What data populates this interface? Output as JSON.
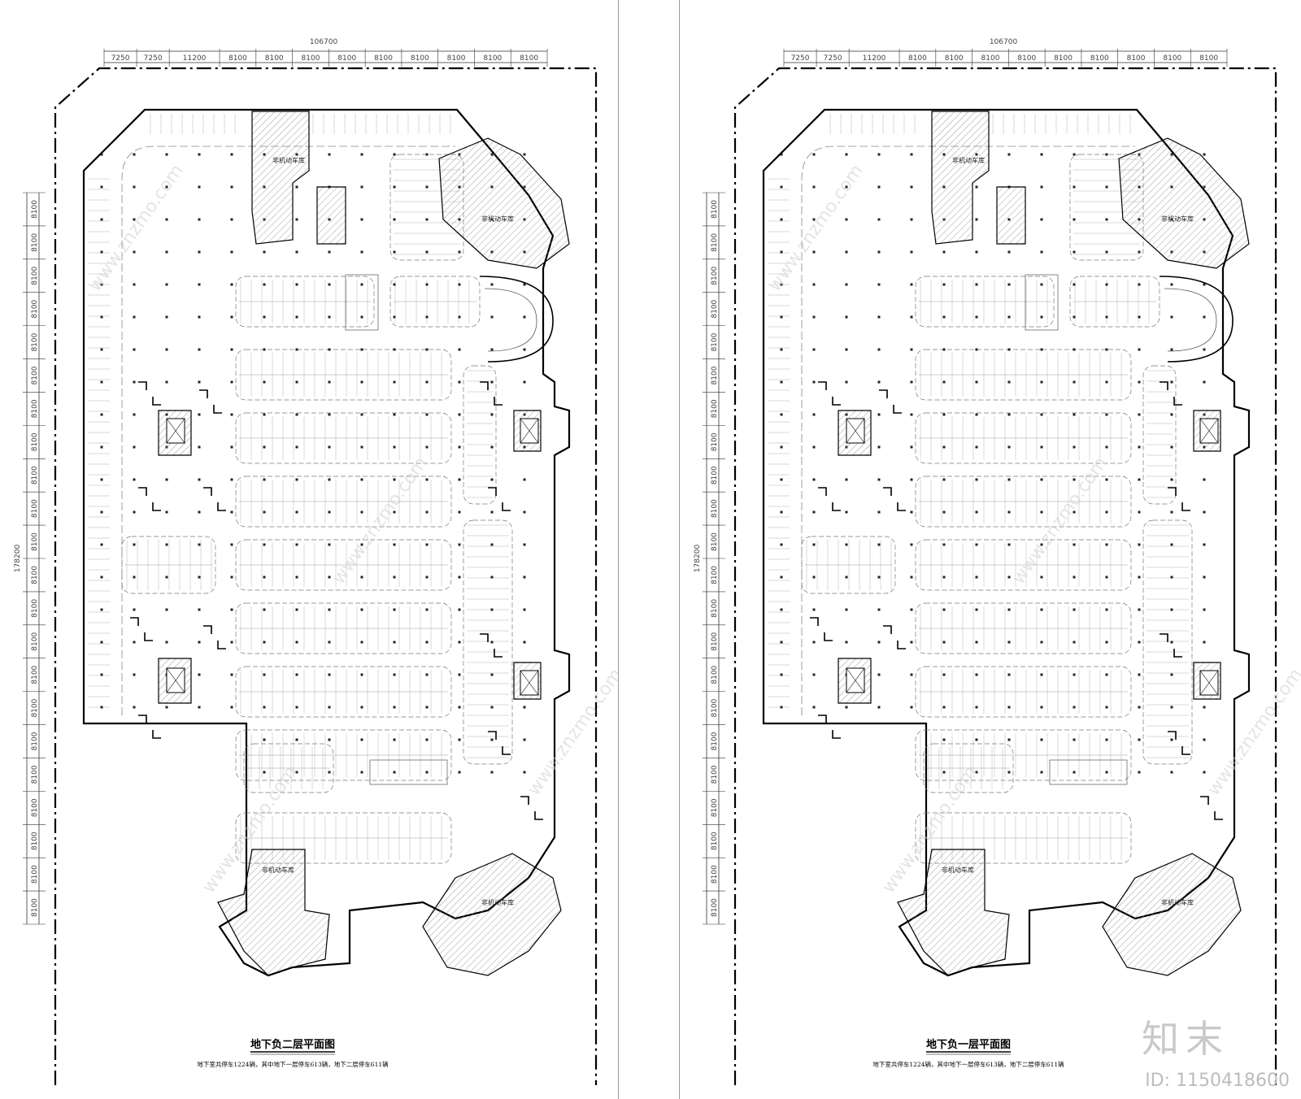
{
  "plans": [
    {
      "title": "地下负二层平面图",
      "note": "地下室共停车1224辆，其中地下一层停车613辆，地下二层停车611辆",
      "overall_width": "106700",
      "overall_height": "178200",
      "top_dims": [
        "7250",
        "7250",
        "11200",
        "8100",
        "8100",
        "8100",
        "8100",
        "8100",
        "8100",
        "8100",
        "8100",
        "8100"
      ],
      "side_dims": [
        "8100",
        "8100",
        "8100",
        "8100",
        "8100",
        "8100",
        "8100",
        "8100",
        "8100",
        "8100",
        "8100",
        "8100",
        "8100",
        "8100",
        "8100",
        "8100",
        "8100",
        "8100",
        "8100",
        "8100",
        "8100",
        "8100"
      ],
      "bike_storage_label": "非机动车库"
    },
    {
      "title": "地下负一层平面图",
      "note": "地下室共停车1224辆，其中地下一层停车613辆，地下二层停车611辆",
      "overall_width": "106700",
      "overall_height": "178200",
      "top_dims": [
        "7250",
        "7250",
        "11200",
        "8100",
        "8100",
        "8100",
        "8100",
        "8100",
        "8100",
        "8100",
        "8100",
        "8100"
      ],
      "side_dims": [
        "8100",
        "8100",
        "8100",
        "8100",
        "8100",
        "8100",
        "8100",
        "8100",
        "8100",
        "8100",
        "8100",
        "8100",
        "8100",
        "8100",
        "8100",
        "8100",
        "8100",
        "8100",
        "8100",
        "8100",
        "8100",
        "8100"
      ],
      "bike_storage_label": "非机动车库"
    }
  ],
  "watermark": {
    "site": "www.znzmo.com",
    "brand": "知末",
    "id": "ID: 1150418600"
  }
}
